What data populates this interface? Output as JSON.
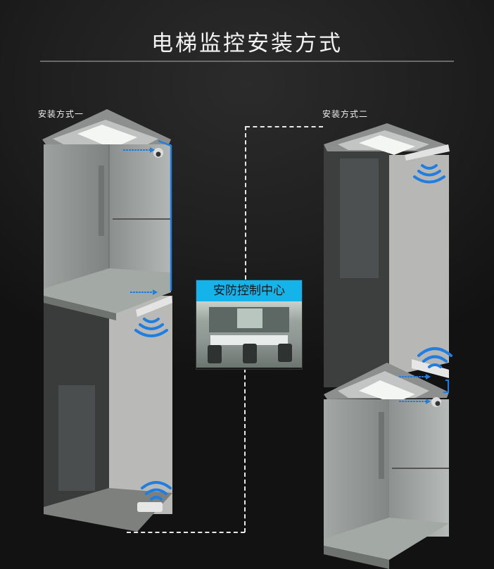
{
  "header": {
    "title": "电梯监控安装方式"
  },
  "methods": [
    {
      "label": "安装方式一"
    },
    {
      "label": "安装方式二"
    }
  ],
  "center": {
    "label": "安防控制中心"
  },
  "colors": {
    "accent_blue": "#14b4ea",
    "wifi_blue": "#1f7ee0",
    "background": "#1f1f1f"
  },
  "icons": {
    "wifi": "wifi-signal-icon",
    "camera": "dome-camera-icon",
    "ap": "wireless-bridge-icon"
  }
}
